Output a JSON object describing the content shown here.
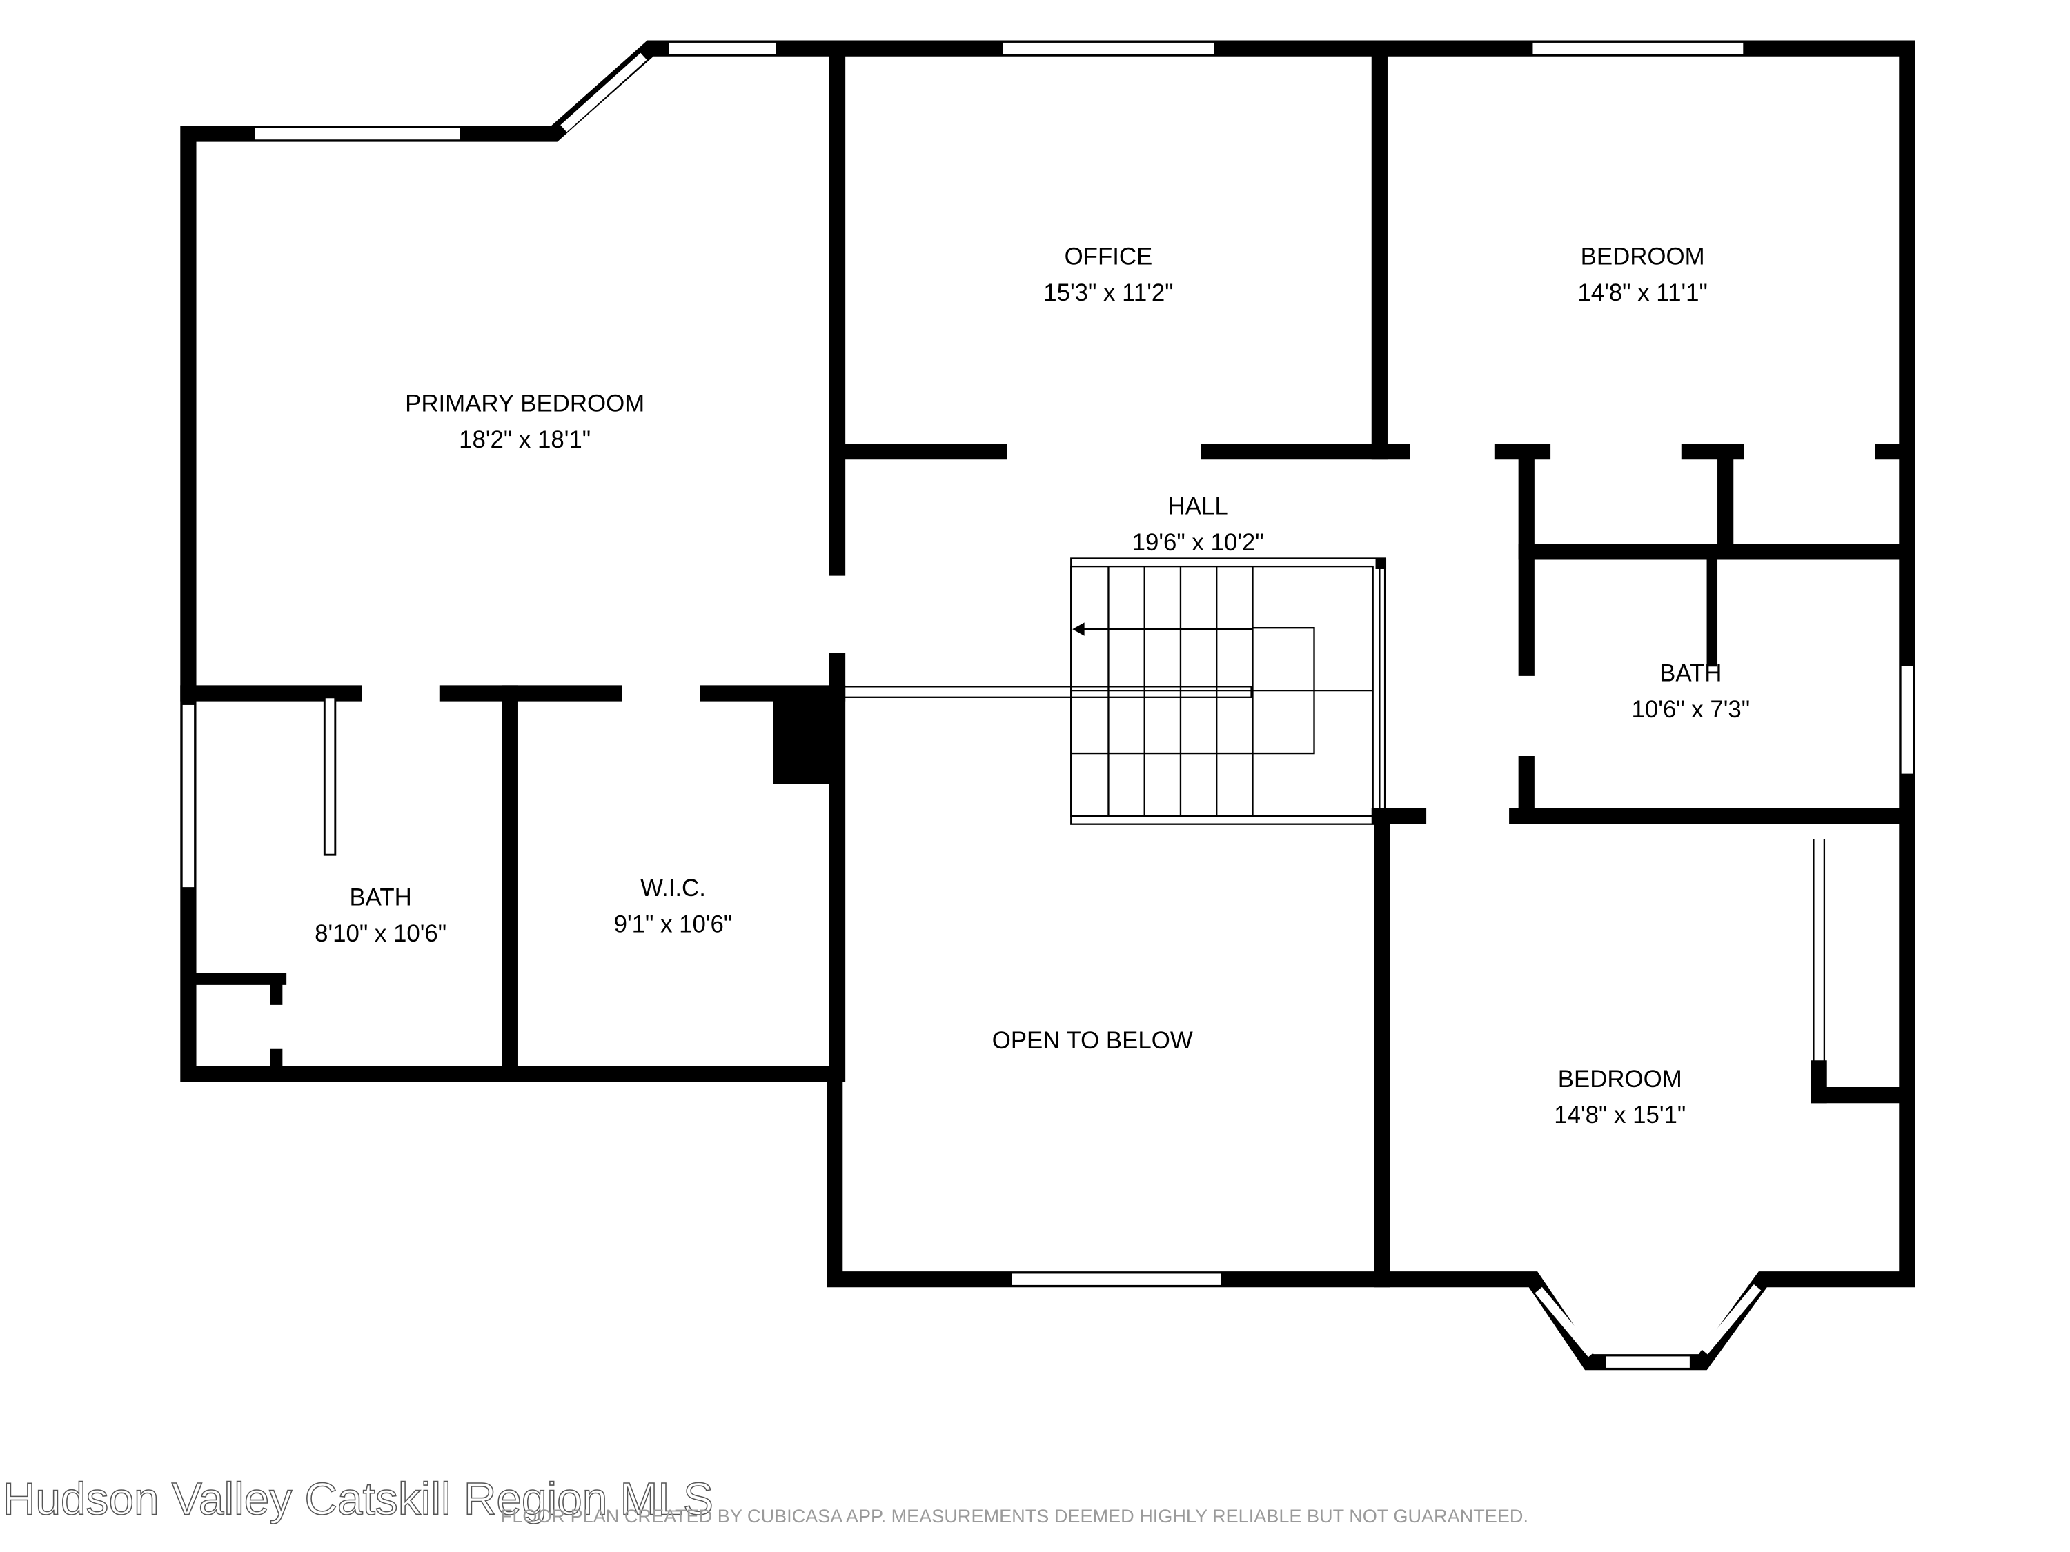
{
  "rooms": [
    {
      "name": "PRIMARY BEDROOM",
      "size": "18'2\" x 18'1\""
    },
    {
      "name": "OFFICE",
      "size": "15'3\" x 11'2\""
    },
    {
      "name": "BEDROOM",
      "size": "14'8\" x 11'1\""
    },
    {
      "name": "HALL",
      "size": "19'6\" x 10'2\""
    },
    {
      "name": "BATH",
      "size": "10'6\" x 7'3\""
    },
    {
      "name": "BATH",
      "size": "8'10\" x 10'6\""
    },
    {
      "name": "W.I.C.",
      "size": "9'1\" x 10'6\""
    },
    {
      "name": "OPEN TO BELOW",
      "size": ""
    },
    {
      "name": "BEDROOM",
      "size": "14'8\" x 15'1\""
    }
  ],
  "watermark": "Hudson Valley Catskill Region MLS",
  "disclaimer": "FLOOR PLAN CREATED BY CUBICASA APP. MEASUREMENTS DEEMED HIGHLY RELIABLE BUT NOT GUARANTEED.",
  "colors": {
    "wall": "#000000",
    "background": "#ffffff",
    "disclaimer": "#9a9a9a"
  }
}
